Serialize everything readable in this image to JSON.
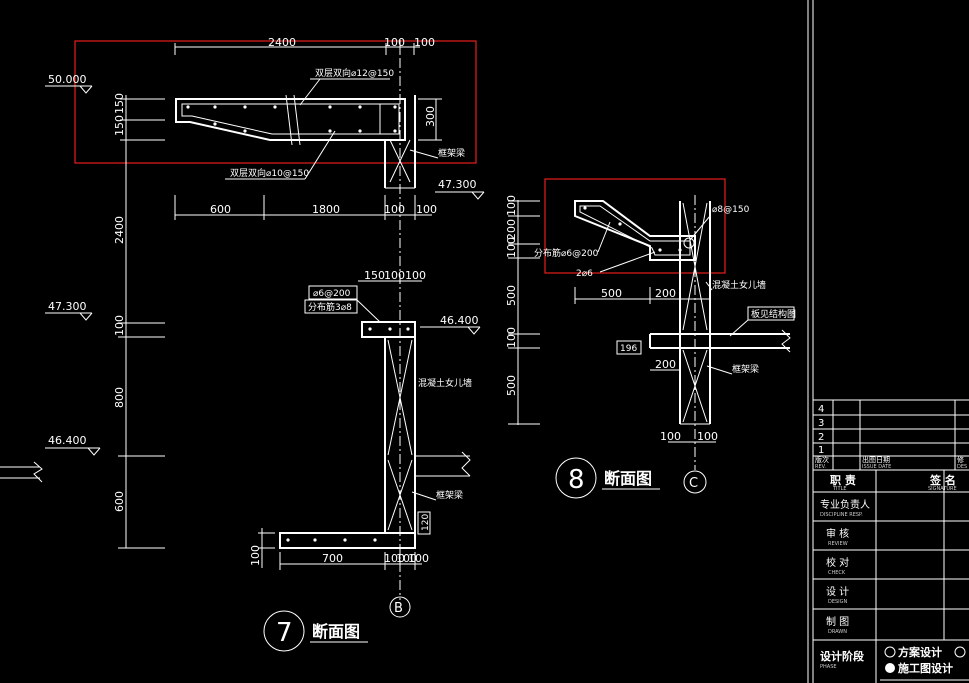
{
  "colors": {
    "background": "#000000",
    "lines": "#ffffff",
    "highlight": "#e81f1f"
  },
  "section7": {
    "dims_top": [
      "2400",
      "100",
      "100"
    ],
    "dims_mid": [
      "600",
      "1800",
      "100",
      "100"
    ],
    "dims_bot": [
      "700",
      "100",
      "100",
      "100"
    ],
    "dims_vertical": [
      "150",
      "150",
      "2400",
      "100",
      "800",
      "600",
      "300",
      "120",
      "100"
    ],
    "dims_small": [
      "150",
      "100",
      "100"
    ],
    "elevations": [
      "50.000",
      "47.300",
      "46.400",
      "46.400"
    ],
    "labels": {
      "top_rebar": "双层双向⌀12@150",
      "bottom_rebar": "双层双向⌀10@150",
      "beam": "框架梁",
      "rebar_a": "⌀6@200",
      "rebar_b": "分布筋3⌀8",
      "wall": "混凝土女儿墙",
      "beam2": "框架梁"
    },
    "marker": "7",
    "title": "断面图",
    "axis": "B"
  },
  "section8": {
    "elevation": "47.300",
    "dims_vertical": [
      "100",
      "200",
      "100",
      "500",
      "100",
      "500"
    ],
    "dims_horizontal": [
      "500",
      "200",
      "200",
      "100",
      "100"
    ],
    "labels": {
      "rebar": "⌀8@150",
      "dist": "分布筋⌀6@200",
      "bars": "2⌀6",
      "wall": "混凝土女儿墙",
      "slab": "板见结构图",
      "beam": "框架梁",
      "tag": "196"
    },
    "marker": "8",
    "title": "断面图",
    "axis": "C"
  },
  "title_block": {
    "revisions": [
      "4",
      "3",
      "2",
      "1"
    ],
    "rev_header": [
      "版次",
      "出图日期",
      "修"
    ],
    "rev_header_en": [
      "REV.",
      "ISSUE DATE",
      "DES"
    ],
    "sign_header": [
      "职 责",
      "签 名"
    ],
    "sign_header_en": [
      "TITLE",
      "SIGNATURE"
    ],
    "rows": [
      {
        "zh": "专业负责人",
        "en": "DISCIPLINE RESP."
      },
      {
        "zh": "审 核",
        "en": "REVIEW"
      },
      {
        "zh": "校 对",
        "en": "CHECK"
      },
      {
        "zh": "设 计",
        "en": "DESIGN"
      },
      {
        "zh": "制 图",
        "en": "DRAWN"
      }
    ],
    "stage_label": "设计阶段",
    "stage_label_en": "PHASE",
    "stage_options": [
      {
        "label": "方案设计",
        "selected": false
      },
      {
        "label": "施工图设计",
        "selected": true
      }
    ]
  }
}
